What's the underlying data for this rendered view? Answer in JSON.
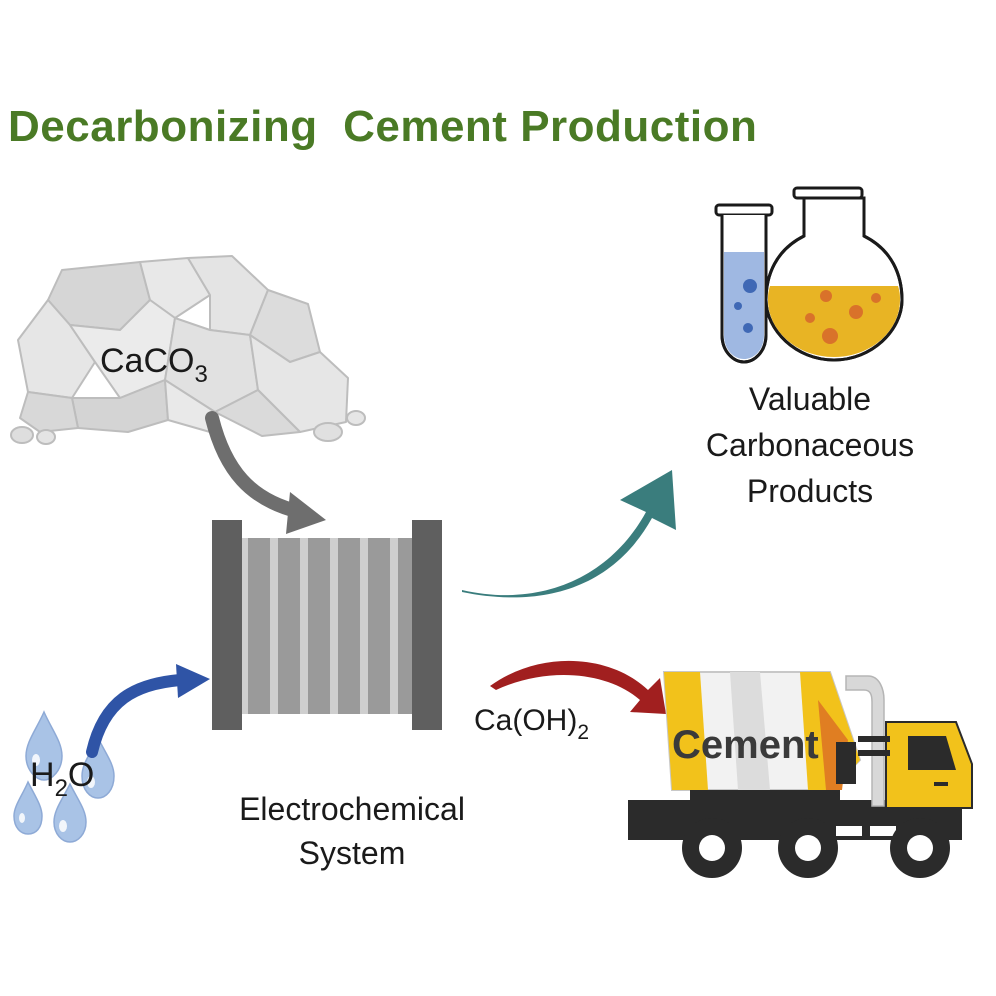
{
  "title": "Decarbonizing  Cement Production",
  "inputs": {
    "limestone": {
      "formula_base": "CaCO",
      "formula_sub": "3"
    },
    "water": {
      "formula_pre": "H",
      "formula_sub": "2",
      "formula_post": "O"
    }
  },
  "system": {
    "label_line1": "Electrochemical",
    "label_line2": "System"
  },
  "outputs": {
    "products": {
      "line1": "Valuable",
      "line2": "Carbonaceous",
      "line3": "Products"
    },
    "hydroxide": {
      "formula_pre": "Ca(OH)",
      "formula_sub": "2"
    },
    "truck": {
      "drum_text": "Cement"
    }
  },
  "colors": {
    "title": "#4a7a25",
    "arrow_caco3": "#6e6e6e",
    "arrow_h2o": "#2f54a6",
    "arrow_products": "#3a7d7d",
    "arrow_caoh2": "#a11f1f",
    "water_drop": "#a9c3e6",
    "rock": "#e3e3e3",
    "flask_liquid": "#e8b424",
    "tube_liquid": "#9fb8e2",
    "truck_yellow": "#f2c21b",
    "truck_orange": "#e07e22"
  },
  "icons": [
    "limestone-rocks-icon",
    "water-drops-icon",
    "electrochemical-stack-icon",
    "test-tube-icon",
    "round-flask-icon",
    "cement-truck-icon"
  ]
}
